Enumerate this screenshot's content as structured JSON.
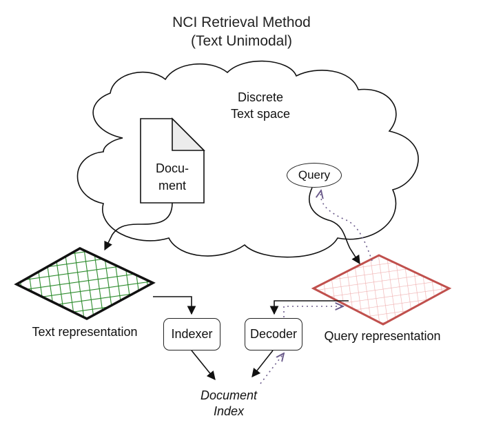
{
  "title": {
    "line1": "NCI Retrieval Method",
    "line2": "(Text Unimodal)"
  },
  "cloud": {
    "line1": "Discrete",
    "line2": "Text space"
  },
  "document": {
    "line1": "Docu-",
    "line2": "ment"
  },
  "query": "Query",
  "text_representation": "Text representation",
  "query_representation": "Query representation",
  "indexer": "Indexer",
  "decoder": "Decoder",
  "document_index": {
    "line1": "Document",
    "line2": "Index"
  },
  "colors": {
    "text_rep_hatch": "#2a8a2a",
    "query_rep_hatch": "#e8a0a0",
    "query_rep_border": "#c0504d",
    "dotted_path": "#6a5a8a"
  }
}
